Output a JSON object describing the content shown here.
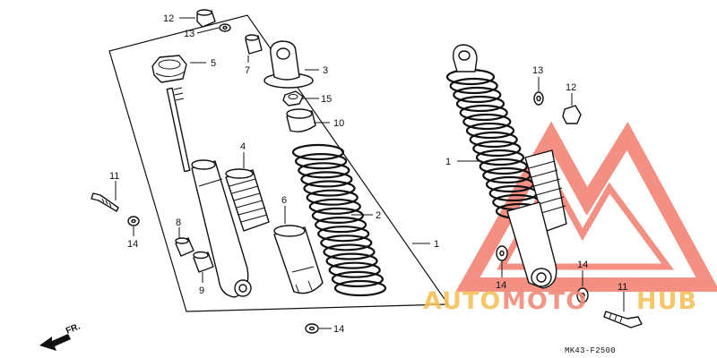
{
  "diagram": {
    "callouts": {
      "c1a": "1",
      "c1b": "1",
      "c2": "2",
      "c3": "3",
      "c4": "4",
      "c5": "5",
      "c6": "6",
      "c7": "7",
      "c8": "8",
      "c9": "9",
      "c10": "10",
      "c11a": "11",
      "c11b": "11",
      "c12a": "12",
      "c12b": "12",
      "c13a": "13",
      "c13b": "13",
      "c14a": "14",
      "c14b": "14",
      "c14c": "14",
      "c14d": "14",
      "c15": "15"
    },
    "front_label": "FR.",
    "diagram_code": "MK43-F2500"
  },
  "watermark": {
    "text_part1": "AUTO",
    "text_part2": "MOTO",
    "text_part3": "HUB",
    "color_primary": "#f08a7a",
    "color_secondary": "#f5c25a",
    "logo_icon": "triangle-logo-icon"
  }
}
